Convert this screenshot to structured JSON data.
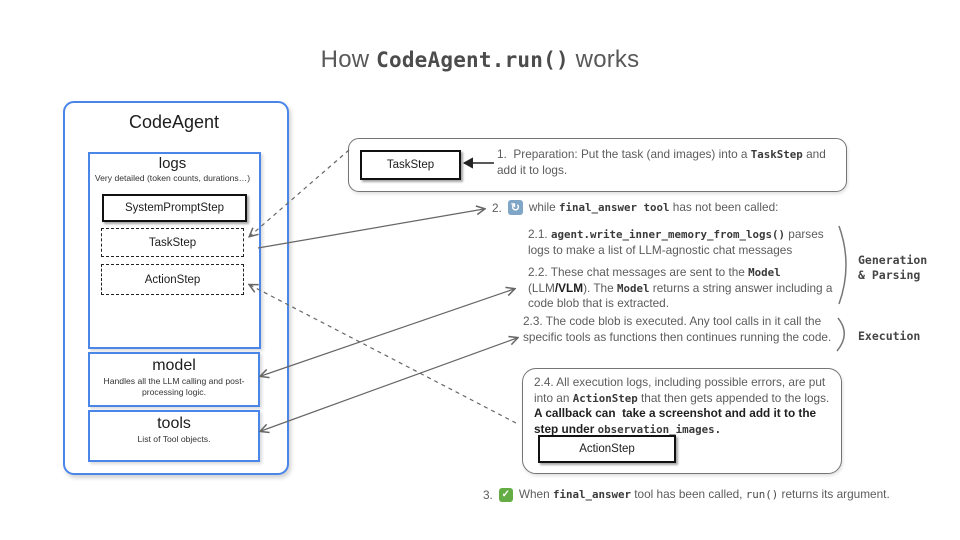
{
  "colors": {
    "accent_blue": "#4a86e8",
    "box_border_gray": "#757575",
    "body_text": "#5c5c5c",
    "loop_icon_bg": "#7fa6c6",
    "check_icon_bg": "#64ac44"
  },
  "title": {
    "pre": "How ",
    "code": "CodeAgent.run()",
    "post": " works"
  },
  "agent": {
    "title": "CodeAgent",
    "logs_title": "logs",
    "logs_subtitle": "Very detailed (token counts, durations…)",
    "steps": {
      "system": "SystemPromptStep",
      "task": "TaskStep",
      "action": "ActionStep"
    },
    "model_title": "model",
    "model_subtitle": "Handles all the LLM calling and post-processing logic.",
    "tools_title": "tools",
    "tools_subtitle": "List of Tool objects."
  },
  "flow": {
    "task_chip": "TaskStep",
    "action_chip": "ActionStep",
    "step1": [
      {
        "t": "1.  Preparation: Put the task (and images) into a ",
        "s": "plain"
      },
      {
        "t": "TaskStep",
        "s": "mono"
      },
      {
        "t": " and add it to logs.",
        "s": "plain"
      }
    ],
    "step2_num": "2.",
    "step2": [
      {
        "t": "while ",
        "s": "plain"
      },
      {
        "t": "final_answer tool",
        "s": "mono"
      },
      {
        "t": " has not been called:",
        "s": "plain"
      }
    ],
    "step21": [
      {
        "t": "2.1. ",
        "s": "plain"
      },
      {
        "t": "agent.write_inner_memory_from_logs()",
        "s": "mono"
      },
      {
        "t": " parses logs to make a list of LLM-agnostic chat messages",
        "s": "plain"
      }
    ],
    "step22": [
      {
        "t": "2.2. These chat messages are sent to the ",
        "s": "plain"
      },
      {
        "t": "Model",
        "s": "mono"
      },
      {
        "t": " (LLM",
        "s": "plain"
      },
      {
        "t": "/VLM",
        "s": "bold"
      },
      {
        "t": "). The ",
        "s": "plain"
      },
      {
        "t": "Model",
        "s": "mono"
      },
      {
        "t": " returns a string answer including a code blob that is extracted.",
        "s": "plain"
      }
    ],
    "step23": [
      {
        "t": "2.3. The code blob is executed. Any tool calls in it call the specific tools as functions then continues running the code.",
        "s": "plain"
      }
    ],
    "step24": [
      {
        "t": "2.4. All execution logs, including possible errors, are put into an ",
        "s": "plain"
      },
      {
        "t": "ActionStep",
        "s": "mono"
      },
      {
        "t": " that then gets appended to the logs. ",
        "s": "plain"
      },
      {
        "t": "A callback can  take a screenshot and add it to the step under ",
        "s": "bold"
      },
      {
        "t": "observation_images.",
        "s": "mono"
      }
    ],
    "step3_num": "3.",
    "step3": [
      {
        "t": "When ",
        "s": "plain"
      },
      {
        "t": "final_answer",
        "s": "mono"
      },
      {
        "t": " tool has been called, ",
        "s": "plain"
      },
      {
        "t": "run()",
        "s": "monoreg"
      },
      {
        "t": " returns its argument.",
        "s": "plain"
      }
    ]
  },
  "labels": {
    "generation_line1": "Generation",
    "generation_line2": "& Parsing",
    "execution": "Execution"
  },
  "icons": {
    "loop": "↻",
    "check": "✓"
  }
}
